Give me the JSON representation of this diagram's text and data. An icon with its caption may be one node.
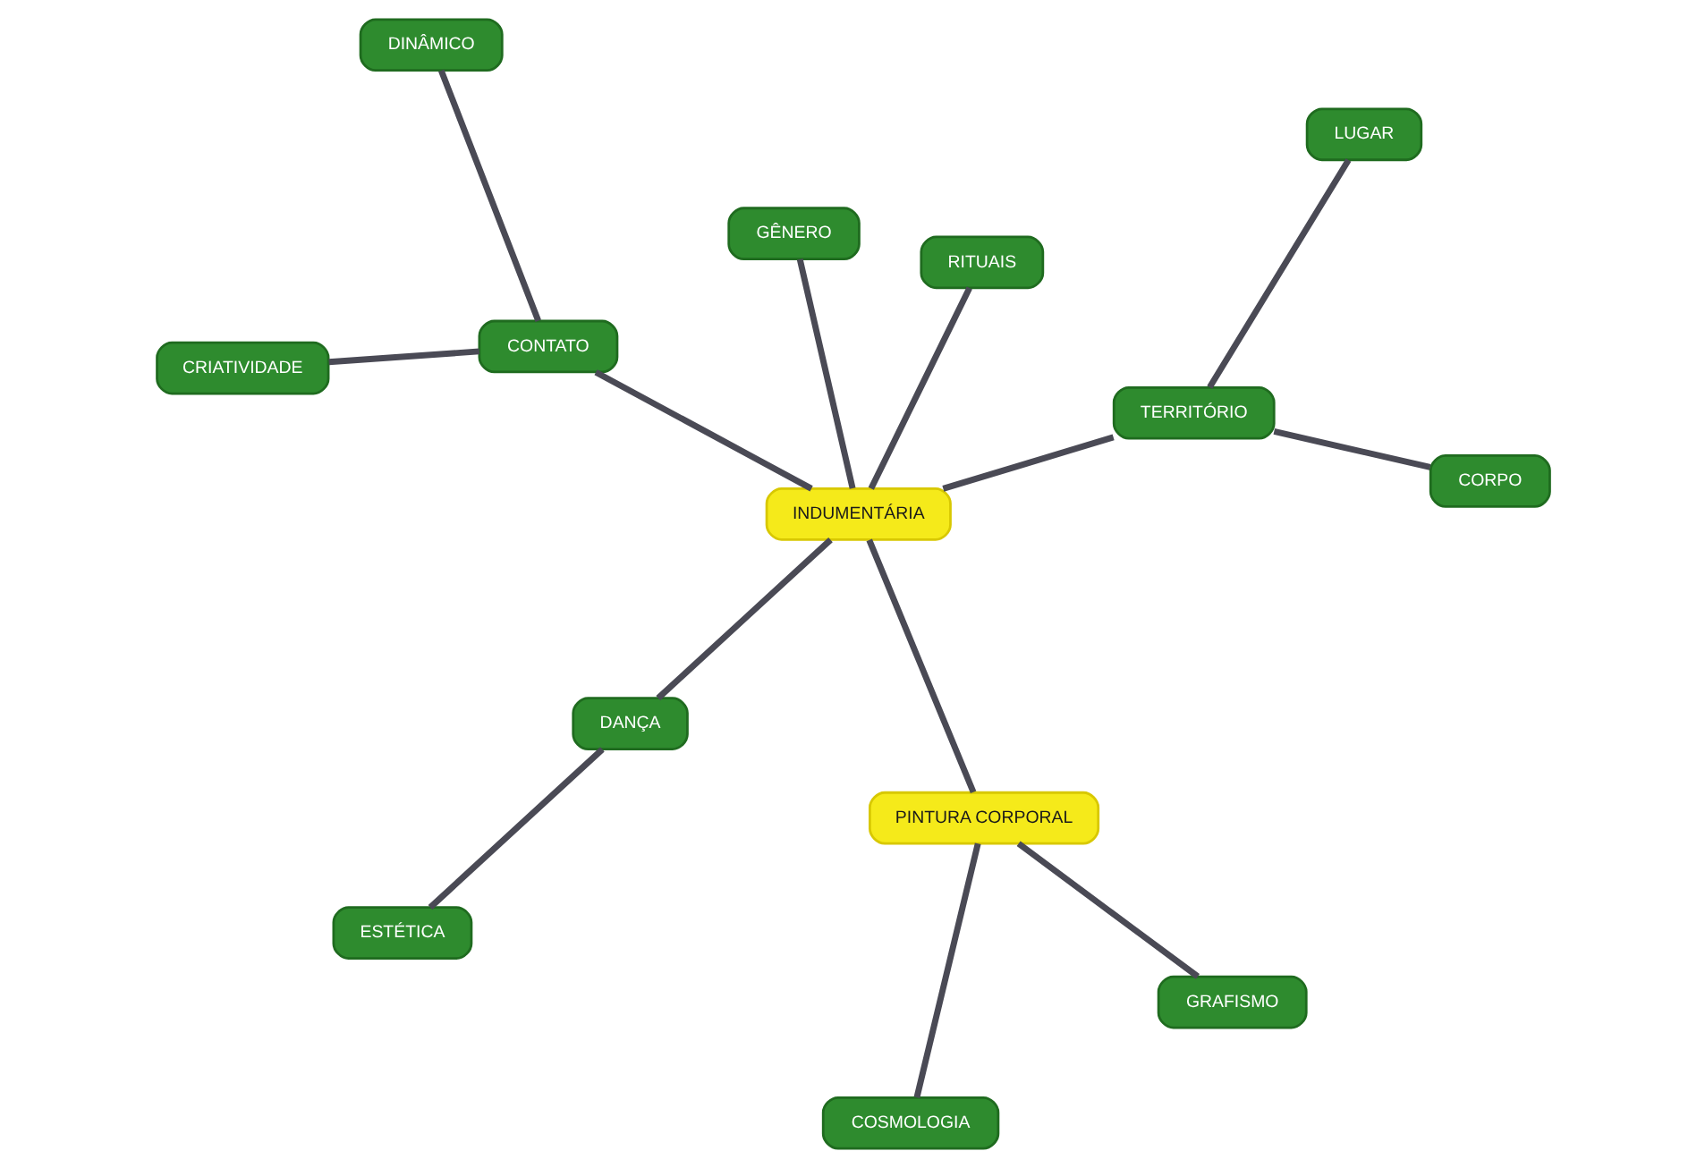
{
  "diagram": {
    "nodes": [
      {
        "text": [
          "ESTÉTICA"
        ]
      },
      {
        "text": [
          "RITUAIS"
        ]
      },
      {
        "text": [
          "DANÇA"
        ]
      },
      {
        "text": [
          "COSMOLOGIA"
        ]
      },
      {
        "text": [
          "GÊNERO"
        ]
      },
      {
        "text": [
          "INDUMENTÁRIA"
        ]
      },
      {
        "text": [
          "PINTURA CORPORAL"
        ]
      },
      {
        "text": [
          "GRAFISMO"
        ]
      },
      {
        "text": [
          "CONTATO"
        ]
      },
      {
        "text": [
          "TERRITÓRIO"
        ]
      },
      {
        "text": [
          "CRIATIVIDADE"
        ]
      },
      {
        "text": [
          "DINÂMICO"
        ]
      },
      {
        "text": [
          "CORPO"
        ]
      },
      {
        "text": [
          "LUGAR"
        ]
      }
    ],
    "edges": [
      {
        "from": 5,
        "to": 1,
        "arrow": "none"
      },
      {
        "from": 5,
        "to": 2,
        "arrow": "none"
      },
      {
        "from": 2,
        "to": 0,
        "arrow": "none"
      },
      {
        "from": 5,
        "to": 4,
        "arrow": "none"
      },
      {
        "from": 5,
        "to": 6,
        "arrow": "none"
      },
      {
        "from": 6,
        "to": 3,
        "arrow": "none"
      },
      {
        "from": 6,
        "to": 7,
        "arrow": "none"
      },
      {
        "from": 5,
        "to": 8,
        "arrow": "none"
      },
      {
        "from": 5,
        "to": 9,
        "arrow": "none"
      },
      {
        "from": 8,
        "to": 10,
        "arrow": "none"
      },
      {
        "from": 8,
        "to": 11,
        "arrow": "none"
      },
      {
        "from": 9,
        "to": 12,
        "arrow": "none"
      },
      {
        "from": 9,
        "to": 13,
        "arrow": "none"
      }
    ]
  }
}
